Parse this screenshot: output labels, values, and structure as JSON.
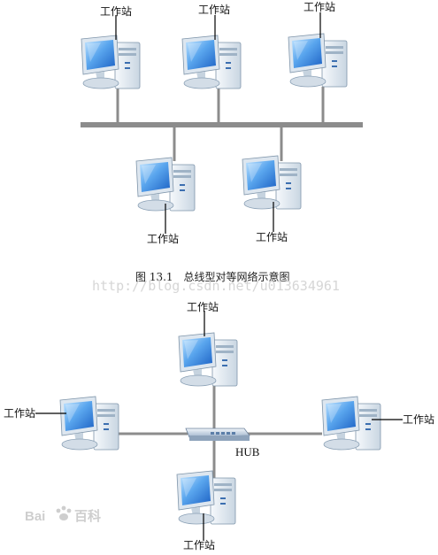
{
  "workstation_label": "工作站",
  "bus_caption": "图 13.1　总线型对等网络示意图",
  "watermark": "http://blog.csdn.net/u013634961",
  "hub_label": "HUB",
  "logo_text": "Bai",
  "logo_suffix": "百科",
  "colors": {
    "screen": "#4a90d9",
    "cable": "#8c8c8c",
    "case": "#e8eff5"
  }
}
